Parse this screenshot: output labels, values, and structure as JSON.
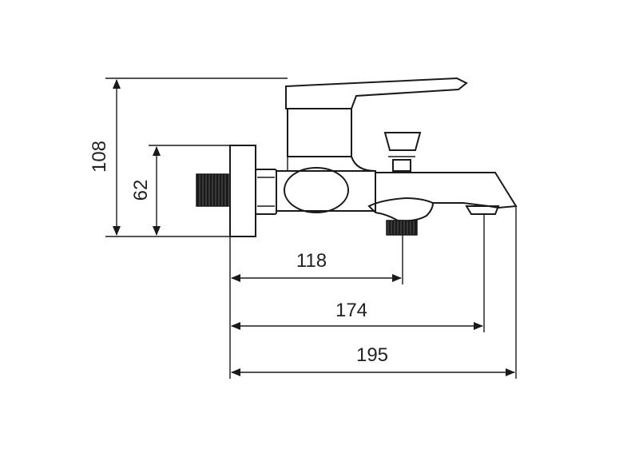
{
  "dimensions": {
    "overall_height": "108",
    "body_height": "62",
    "outlet_distance": "118",
    "spout_tip_distance": "174",
    "overall_length": "195"
  },
  "colors": {
    "line": "#1a1a1a",
    "background": "#ffffff"
  }
}
